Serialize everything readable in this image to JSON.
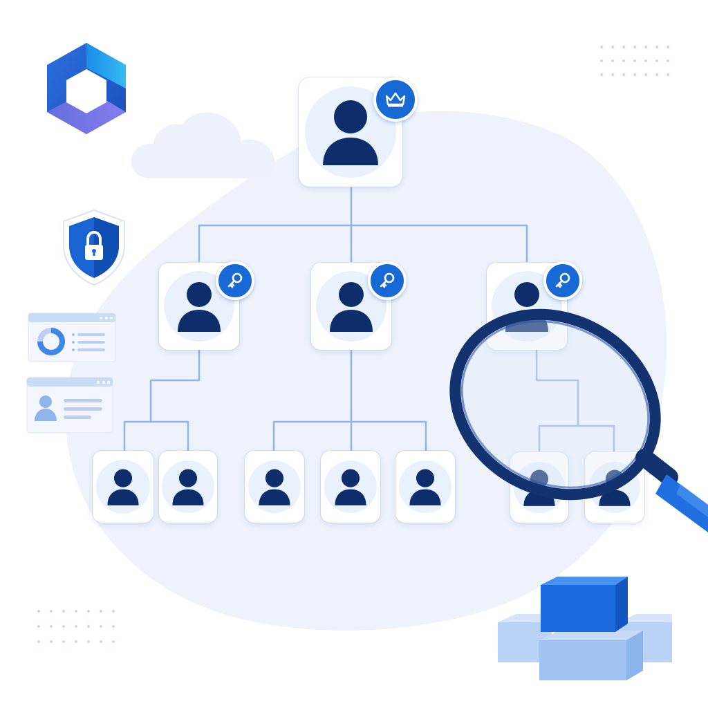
{
  "diagram": {
    "type": "org-hierarchy",
    "levels": [
      {
        "level": 1,
        "nodes": 1,
        "badge": "crown-icon"
      },
      {
        "level": 2,
        "nodes": 3,
        "badge": "key-icon"
      },
      {
        "level": 3,
        "nodes": 7,
        "badge": null
      }
    ]
  },
  "decorations": {
    "logo": "m365-hexagon-logo",
    "shield": "shield-lock-icon",
    "magnifier": "magnifying-glass-icon",
    "cubes": "cube-stack-icon",
    "cloud": "cloud-shape",
    "panels": [
      "chart-panel",
      "profile-panel"
    ]
  },
  "colors": {
    "accent": "#1769d6",
    "navy": "#0d2d6b",
    "connector": "#8fb4ea",
    "blob": "#eef3fb",
    "circle_fill": "#e8f1fc"
  }
}
